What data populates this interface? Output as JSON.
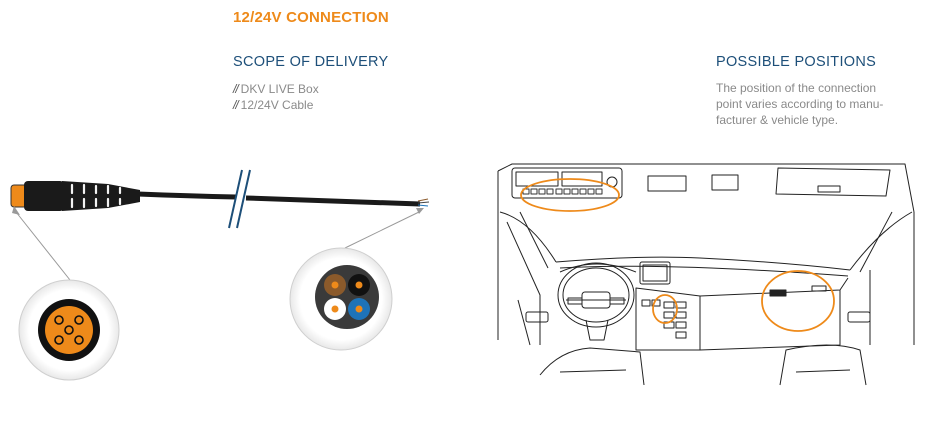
{
  "header": {
    "title": "12/24V CONNECTION"
  },
  "scope": {
    "title": "SCOPE OF DELIVERY",
    "items": [
      {
        "prefix": "//",
        "label": "DKV LIVE Box"
      },
      {
        "prefix": "//",
        "label": "12/24V Cable"
      }
    ]
  },
  "positions": {
    "title": "POSSIBLE POSITIONS",
    "description_lines": [
      "The position of the connection",
      "point varies according to manu-",
      "facturer & vehicle type."
    ]
  },
  "colors": {
    "accent_orange": "#ee8a1a",
    "heading_blue": "#1d4f79",
    "text_grey": "#8a8a8a",
    "wire_brown": "#8b5a2b",
    "wire_black": "#111111",
    "wire_white": "#ffffff",
    "wire_blue": "#1e73b8"
  },
  "icons": {
    "connector": "female-connector-plug-icon",
    "cable_end": "stripped-cable-end-icon",
    "pin_detail": "connector-pin-face-icon",
    "wire_detail": "cable-cross-section-icon",
    "cab": "truck-cab-interior-icon"
  }
}
